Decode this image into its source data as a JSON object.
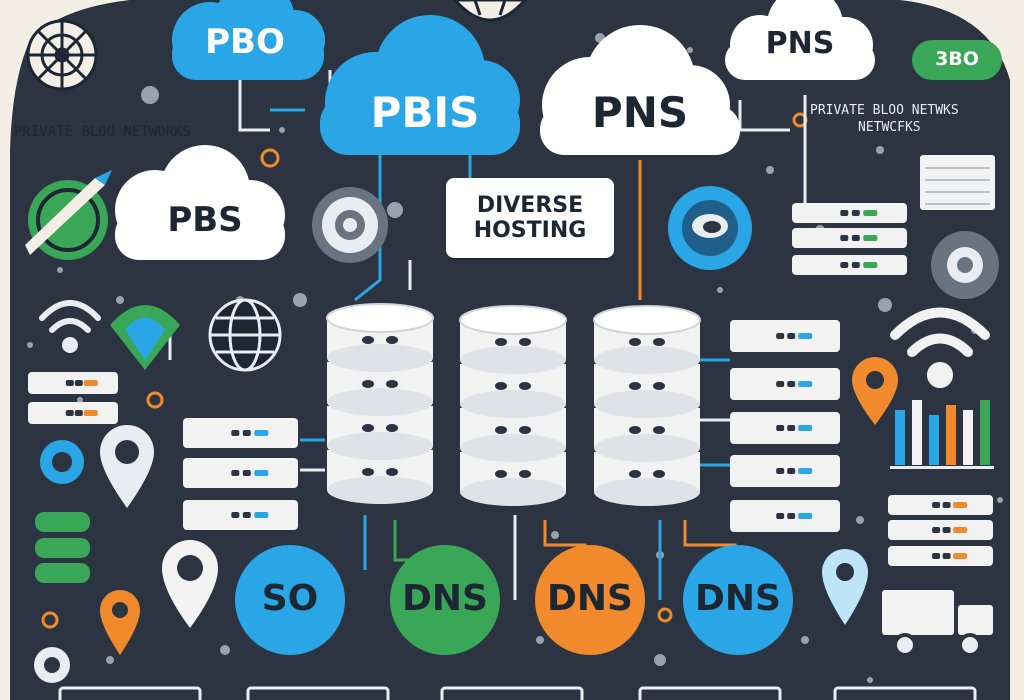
{
  "clouds": [
    {
      "id": "pbo",
      "label": "PBO",
      "color": "#2aa6e6"
    },
    {
      "id": "pbis",
      "label": "PBIS",
      "color": "#2aa6e6"
    },
    {
      "id": "pns-center",
      "label": "PNS",
      "color": "#ffffff"
    },
    {
      "id": "pns-right",
      "label": "PNS",
      "color": "#ffffff"
    },
    {
      "id": "pbs",
      "label": "PBS",
      "color": "#ffffff"
    }
  ],
  "labels": {
    "left_network": "PRIVATE BLOO NETWORKS",
    "right_network_line1": "PRIVATE BLOO NETWKS",
    "right_network_line2": "NETWCFKS",
    "hosting_line1": "DIVERSE",
    "hosting_line2": "HOSTING",
    "badge": "3BO"
  },
  "circles": [
    {
      "id": "so",
      "label": "SO",
      "color": "#2aa6e6"
    },
    {
      "id": "dns-green",
      "label": "DNS",
      "color": "#3aa657"
    },
    {
      "id": "dns-orange",
      "label": "DNS",
      "color": "#f08a2c"
    },
    {
      "id": "dns-blue",
      "label": "DNS",
      "color": "#2aa6e6"
    }
  ],
  "colors": {
    "background": "#2b3440",
    "frame": "#f3efe6",
    "accent_blue": "#2aa6e6",
    "accent_orange": "#f08a2c",
    "accent_green": "#3aa657",
    "server_white": "#f2f2f2"
  }
}
